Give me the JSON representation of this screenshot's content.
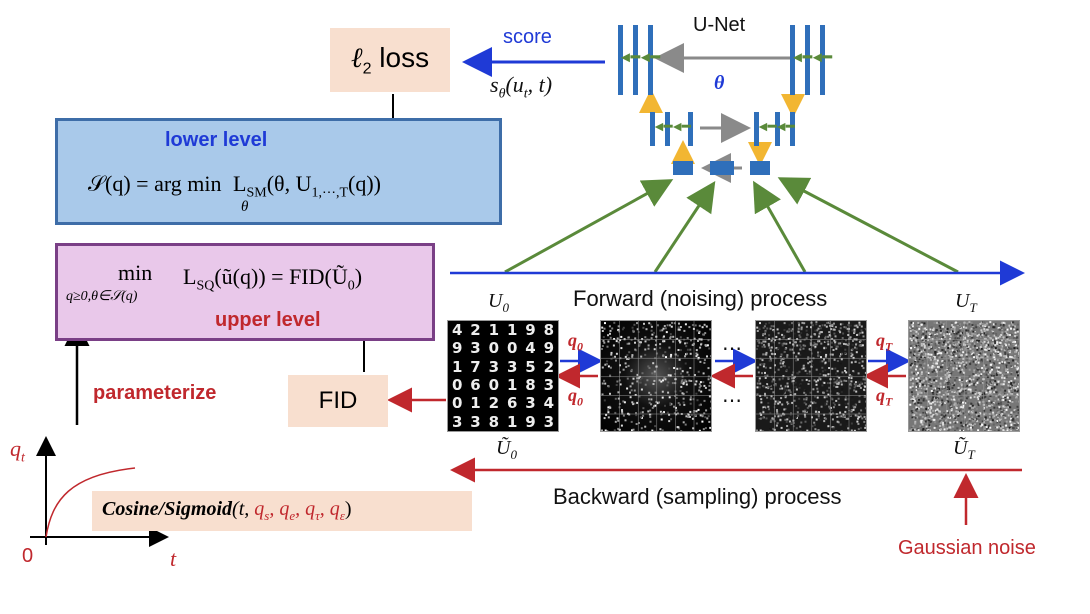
{
  "colors": {
    "blue": "#1f3ad6",
    "red": "#c0282d",
    "green": "#5a8a3a",
    "gray": "#8a8a8a",
    "yellow": "#f2b632",
    "unet_blue": "#2f6fba",
    "loss_bg": "#f8dfcf",
    "lower_bg": "#a9c9ea",
    "lower_border": "#3e6da8",
    "upper_bg": "#e9c8ea",
    "upper_border": "#7a3f86",
    "fid_bg": "#f8dfcf"
  },
  "loss_box": {
    "label_prefix": "ℓ",
    "label_sub": "2",
    "label_suffix": " loss"
  },
  "score": {
    "label": "score",
    "formula": "s",
    "formula_sub": "θ",
    "formula_args": "(u",
    "formula_args_sub": "t",
    "formula_args_end": ", t)"
  },
  "unet": {
    "title": "U-Net",
    "theta": "θ"
  },
  "lower": {
    "title": "lower level",
    "formula_lhs": "𝒮(q) = arg min",
    "formula_under": "θ",
    "formula_rhs": "L",
    "formula_rhs_sub": "SM",
    "formula_rhs_args": "(θ, U",
    "formula_rhs_args_sub": "1,⋯,T",
    "formula_rhs_end": "(q))"
  },
  "upper": {
    "title": "upper level",
    "min": "min",
    "min_sub": "q≥0,θ∈𝒮(q)",
    "formula": "L",
    "formula_sub": "SQ",
    "formula_args": "(ũ(q)) = FID(Ũ",
    "formula_args_sub": "0",
    "formula_end": ")"
  },
  "fid": {
    "label": "FID"
  },
  "parameterize": {
    "label": "parameterize"
  },
  "forward": {
    "label": "Forward (noising) process"
  },
  "backward": {
    "label": "Backward (sampling) process"
  },
  "noise": {
    "label": "Gaussian noise"
  },
  "u0": {
    "main": "U",
    "sub": "0"
  },
  "ut": {
    "main": "U",
    "sub": "T"
  },
  "u0_tilde": {
    "main": "Ũ",
    "sub": "0"
  },
  "ut_tilde": {
    "main": "Ũ",
    "sub": "T"
  },
  "q0_top": {
    "main": "q",
    "sub": "0"
  },
  "q0_bottom": {
    "main": "q",
    "sub": "0"
  },
  "qt_top": {
    "main": "q",
    "sub": "T"
  },
  "qt_bottom": {
    "main": "q",
    "sub": "T"
  },
  "ellipsis": "⋯",
  "digits": [
    "4",
    "2",
    "1",
    "1",
    "9",
    "8",
    "9",
    "3",
    "0",
    "0",
    "4",
    "9",
    "1",
    "7",
    "3",
    "3",
    "5",
    "2",
    "0",
    "6",
    "0",
    "1",
    "8",
    "3",
    "0",
    "1",
    "2",
    "6",
    "3",
    "4",
    "3",
    "3",
    "8",
    "1",
    "9",
    "3"
  ],
  "schedule": {
    "axis_y": "q",
    "axis_y_sub": "t",
    "axis_x": "t",
    "origin": "0",
    "func": "Cosine/Sigmoid",
    "args_open": "(t, ",
    "p1": "q",
    "p1_sub": "s",
    "p2": "q",
    "p2_sub": "e",
    "p3": "q",
    "p3_sub": "τ",
    "p4": "q",
    "p4_sub": "ε",
    "args_close": ")"
  }
}
